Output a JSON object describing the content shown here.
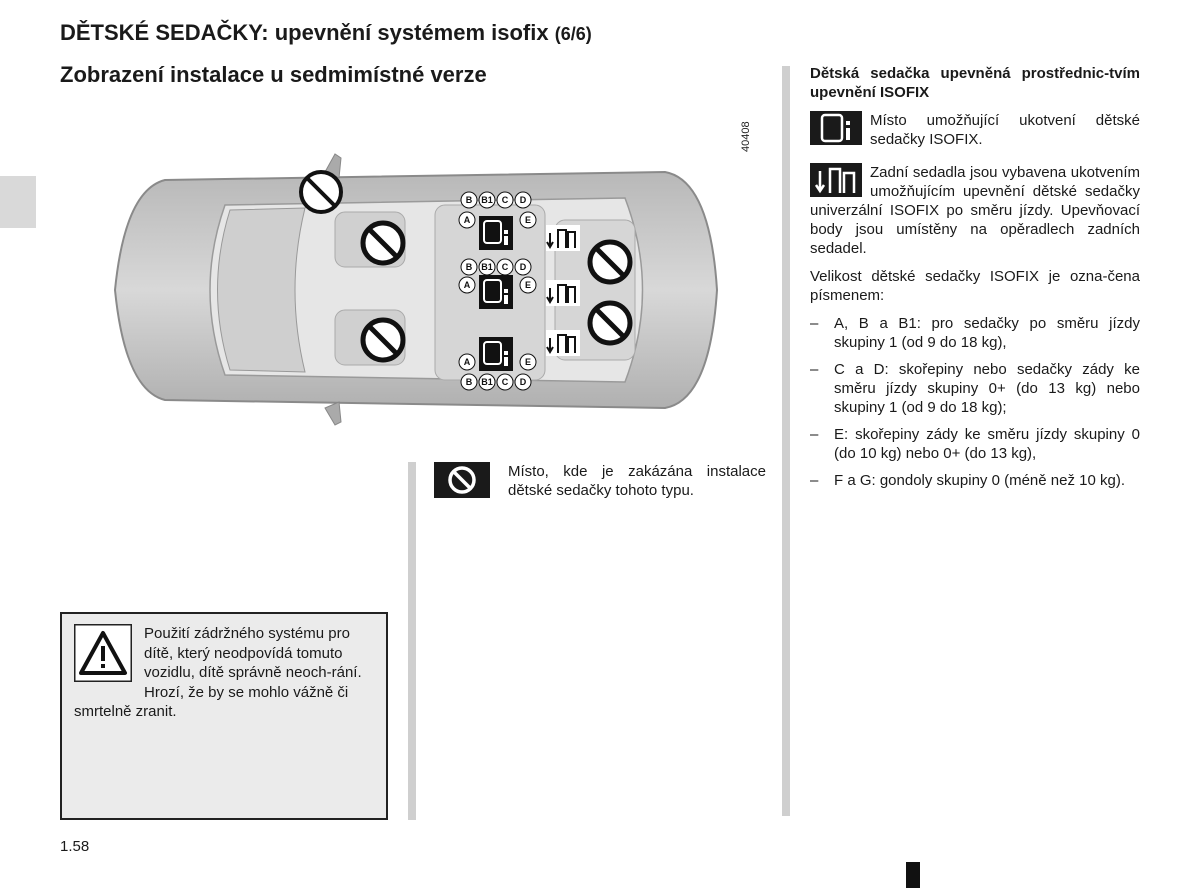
{
  "header": {
    "title": "DĚTSKÉ SEDAČKY: upevnění systémem isofix",
    "title_part": "(6/6)",
    "subtitle": "Zobrazení instalace u sedmimístné verze"
  },
  "figure": {
    "id": "40408",
    "seat_letters": {
      "row_top": [
        "B",
        "B1",
        "C",
        "D"
      ],
      "a": "A",
      "e": "E"
    }
  },
  "legend": {
    "prohibited_text": "Místo, kde je zakázána instalace dětské sedačky tohoto typu."
  },
  "warning": {
    "text": "Použití zádržného systému pro dítě, který neodpovídá tomuto vozidlu, dítě správně neoch-rání. Hrozí, že by se mohlo vážně či smrtelně zranit."
  },
  "right": {
    "heading": "Dětská sedačka upevněná prostřednic-tvím upevnění ISOFIX",
    "isofix_text": "Místo umožňující ukotvení dětské sedačky ISOFIX.",
    "rear_text": "Zadní sedadla jsou vybavena ukotvením umožňujícím upevnění dětské sedačky univerzální ISOFIX po směru jízdy. Upevňovací body jsou umístěny na opěradlech zadních sedadel.",
    "size_text": "Velikost dětské sedačky ISOFIX je ozna-čena písmenem:",
    "items": [
      "A, B a B1: pro sedačky po směru jízdy skupiny 1 (od 9 do 18 kg),",
      "C a D: skořepiny nebo sedačky zády ke směru jízdy skupiny 0+ (do 13 kg) nebo skupiny 1 (od 9 do 18 kg);",
      "E: skořepiny zády ke směru jízdy skupiny 0 (do 10 kg) nebo 0+ (do 13 kg),",
      "F a G: gondoly skupiny 0 (méně než 10 kg)."
    ],
    "dash": "–"
  },
  "footer": {
    "page_number": "1.58"
  }
}
